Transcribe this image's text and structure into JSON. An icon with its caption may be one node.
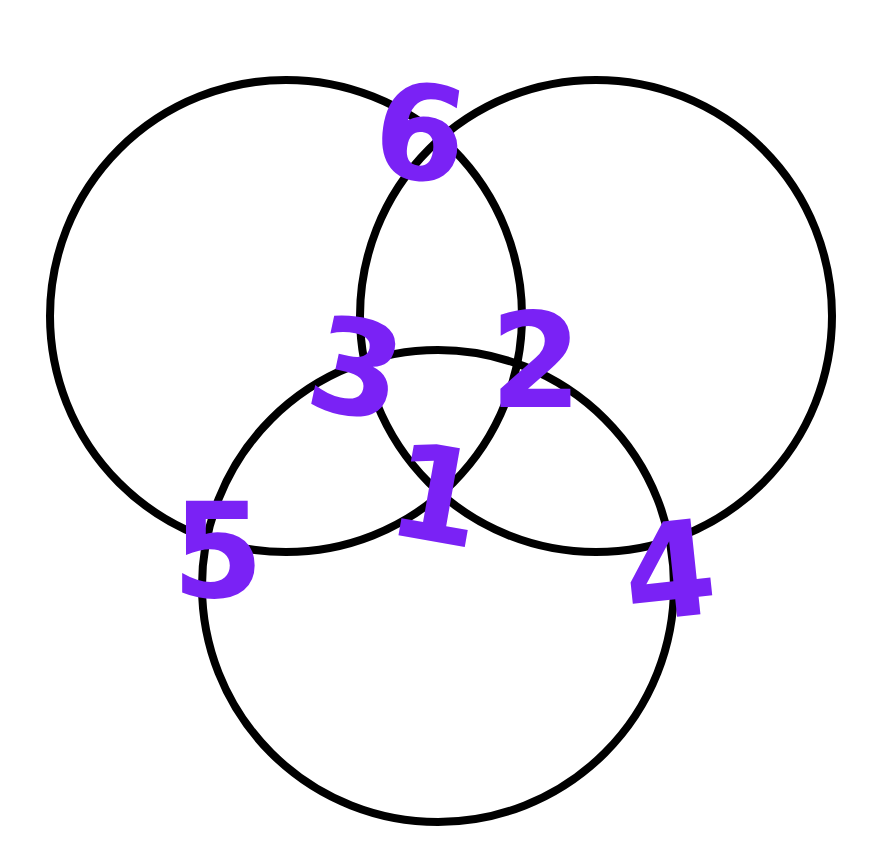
{
  "diagram": {
    "nodes": [
      {
        "text": [],
        "shape": "circle"
      },
      {
        "text": [],
        "shape": "circle"
      },
      {
        "text": [],
        "shape": "circle"
      }
    ],
    "labels": [
      "6",
      "3",
      "2",
      "1",
      "5",
      "4"
    ]
  }
}
